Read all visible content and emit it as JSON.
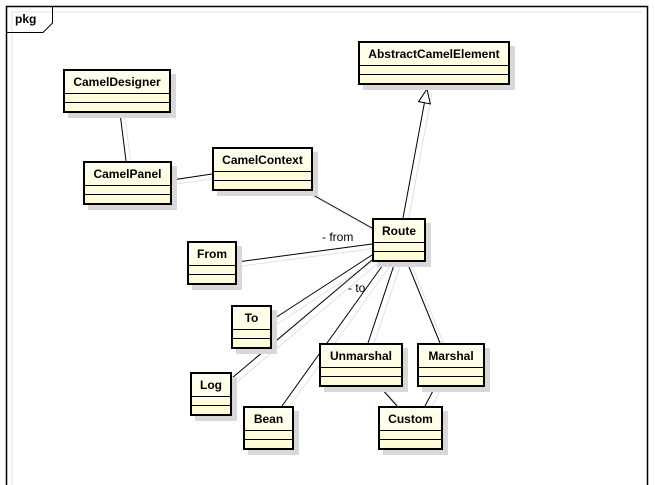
{
  "diagram": {
    "type": "uml-class-diagram",
    "package_label": "pkg",
    "classes": [
      {
        "id": "camel-designer",
        "name": "CamelDesigner"
      },
      {
        "id": "abstract-camel-element",
        "name": "AbstractCamelElement"
      },
      {
        "id": "camel-panel",
        "name": "CamelPanel"
      },
      {
        "id": "camel-context",
        "name": "CamelContext"
      },
      {
        "id": "route",
        "name": "Route"
      },
      {
        "id": "from",
        "name": "From"
      },
      {
        "id": "to",
        "name": "To"
      },
      {
        "id": "log",
        "name": "Log"
      },
      {
        "id": "bean",
        "name": "Bean"
      },
      {
        "id": "unmarshal",
        "name": "Unmarshal"
      },
      {
        "id": "marshal",
        "name": "Marshal"
      },
      {
        "id": "custom",
        "name": "Custom"
      }
    ],
    "relations": [
      {
        "from": "camel-designer",
        "to": "camel-panel",
        "kind": "association",
        "label": ""
      },
      {
        "from": "camel-panel",
        "to": "camel-context",
        "kind": "association",
        "label": ""
      },
      {
        "from": "camel-context",
        "to": "route",
        "kind": "association",
        "label": ""
      },
      {
        "from": "route",
        "to": "abstract-camel-element",
        "kind": "generalization",
        "label": ""
      },
      {
        "from": "route",
        "to": "from",
        "kind": "association",
        "label": "- from"
      },
      {
        "from": "route",
        "to": "to",
        "kind": "association",
        "label": "- to"
      },
      {
        "from": "route",
        "to": "log",
        "kind": "association",
        "label": ""
      },
      {
        "from": "route",
        "to": "bean",
        "kind": "association",
        "label": ""
      },
      {
        "from": "route",
        "to": "unmarshal",
        "kind": "association",
        "label": ""
      },
      {
        "from": "route",
        "to": "marshal",
        "kind": "association",
        "label": ""
      },
      {
        "from": "unmarshal",
        "to": "custom",
        "kind": "association",
        "label": ""
      },
      {
        "from": "marshal",
        "to": "custom",
        "kind": "association",
        "label": ""
      }
    ],
    "labels": {
      "from": "- from",
      "to": "- to"
    }
  }
}
